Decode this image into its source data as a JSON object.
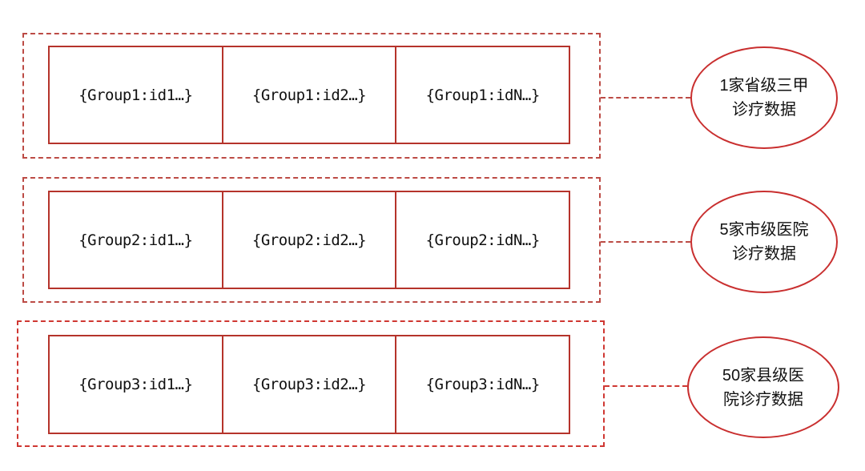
{
  "palette": {
    "background": "#ffffff",
    "solid_box_border": "#b5332b",
    "dashed_border_groups_1_2": "#bc4b45",
    "dashed_border_group_3": "#cf3732",
    "ellipse_border": "#c92f2f",
    "text": "#111111"
  },
  "groups": [
    {
      "name": "group1",
      "cells": [
        "{Group1:id1…}",
        "{Group1:id2…}",
        "{Group1:idN…}"
      ],
      "label_line1": "1家省级三甲",
      "label_line2": "诊疗数据"
    },
    {
      "name": "group2",
      "cells": [
        "{Group2:id1…}",
        "{Group2:id2…}",
        "{Group2:idN…}"
      ],
      "label_line1": "5家市级医院",
      "label_line2": "诊疗数据"
    },
    {
      "name": "group3",
      "cells": [
        "{Group3:id1…}",
        "{Group3:id2…}",
        "{Group3:idN…}"
      ],
      "label_line1": "50家县级医",
      "label_line2": "院诊疗数据"
    }
  ]
}
